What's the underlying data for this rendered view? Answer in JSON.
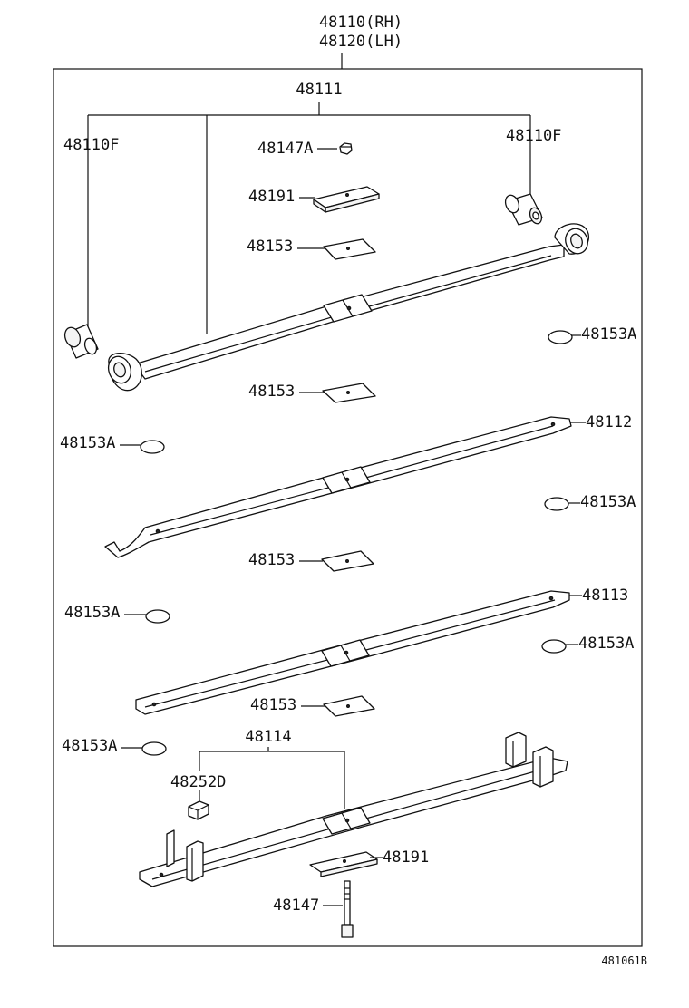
{
  "header": {
    "assembly_rh": "48110(RH)",
    "assembly_lh": "48120(LH)"
  },
  "labels": {
    "leaf_no1": "48111",
    "bushing_left": "48110F",
    "bushing_right": "48110F",
    "nut": "48147A",
    "clip_top": "48191",
    "pad_top": "48153",
    "pad_a_1": "48153A",
    "pad_2": "48153",
    "pad_a_2": "48153A",
    "leaf_no2": "48112",
    "pad_a_3": "48153A",
    "pad_3": "48153",
    "pad_a_4": "48153A",
    "leaf_no3": "48113",
    "pad_a_5": "48153A",
    "pad_4": "48153",
    "pad_a_6": "48153A",
    "leaf_no4": "48114",
    "clip_bolt": "48252D",
    "clip_bottom": "48191",
    "center_bolt": "48147"
  },
  "footer": {
    "diagram_code": "481061B"
  }
}
